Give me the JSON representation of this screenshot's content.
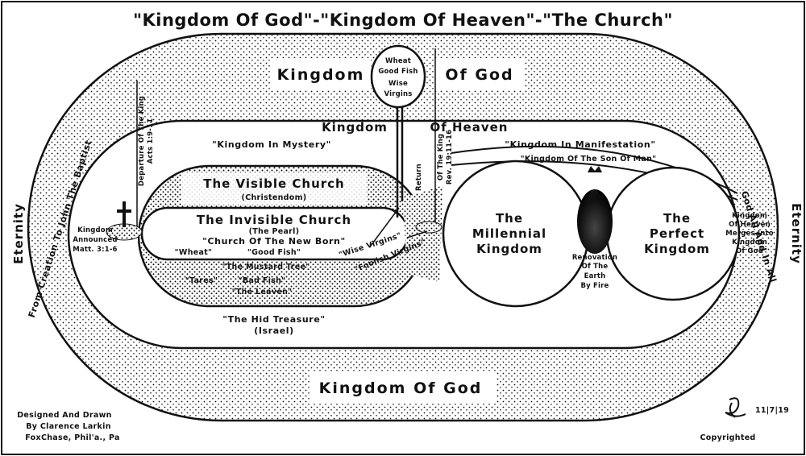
{
  "title": "\"Kingdom Of God\"-\"Kingdom Of Heaven\"-\"The Church\"",
  "outer_band": {
    "top_label_left": "Kingdom",
    "top_label_right": "Of God",
    "bottom_label": "Kingdom Of God",
    "left_arc_label": "From Creation To John The Baptist",
    "right_arc_label": "God All And In All"
  },
  "eternity_left": "Eternity",
  "eternity_right": "Eternity",
  "kingdom_of_heaven": {
    "left": "Kingdom",
    "right": "Of Heaven"
  },
  "kingdom_in_mystery": "\"Kingdom In Mystery\"",
  "kingdom_in_manifestation": "\"Kingdom In Manifestation\"",
  "kingdom_son_of_man": "\"Kingdom Of The Son Of Man\"",
  "bubble": [
    "Wheat",
    "Good Fish",
    "Wise",
    "Virgins"
  ],
  "departure": {
    "line1": "Departure Of The King",
    "line2": "Acts 1:9-11"
  },
  "return": {
    "line1": "Return",
    "line2": "Of The King",
    "line3": "Rev. 19:11-16"
  },
  "kingdom_announced": [
    "Kingdom",
    "Announced",
    "Matt. 3:1-6"
  ],
  "visible_church": {
    "title": "The Visible Church",
    "sub": "(Christendom)"
  },
  "invisible_church": {
    "title": "The Invisible Church",
    "sub": "(The Pearl)",
    "line3": "\"Church Of The New Born\""
  },
  "parables": {
    "wheat": "\"Wheat\"",
    "good_fish": "\"Good Fish\"",
    "wise_virgins": "\"Wise Virgins\"",
    "mustard_tree": "\"The Mustard Tree\"",
    "tares": "\"Tares\"",
    "bad_fish": "\"Bad Fish\"",
    "leaven": "\"The Leaven\"",
    "foolish_virgins": "\"Foolish Virgins\""
  },
  "hid_treasure": {
    "line1": "\"The Hid Treasure\"",
    "line2": "(Israel)"
  },
  "millennial": [
    "The",
    "Millennial",
    "Kingdom"
  ],
  "perfect": [
    "The",
    "Perfect",
    "Kingdom"
  ],
  "renovation": [
    "Renovation",
    "Of The",
    "Earth",
    "By Fire"
  ],
  "merges": [
    "Kingdom",
    "Of Heaven",
    "Merges Into",
    "Kingdom",
    "Of God"
  ],
  "credits": [
    "Designed And Drawn",
    "By Clarence Larkin",
    "FoxChase, Phil'a., Pa"
  ],
  "monogram_date": "11|7|19",
  "copyright": "Copyrighted",
  "colors": {
    "ink": "#111111",
    "paper": "#ffffff"
  }
}
